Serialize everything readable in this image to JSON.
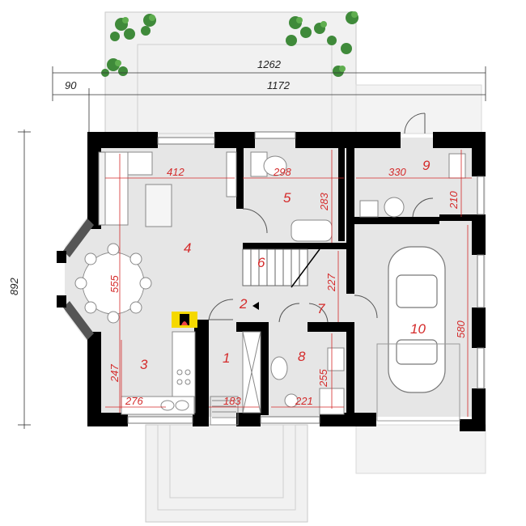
{
  "dimensions": {
    "outer_total": "1262",
    "inner_total": "1172",
    "left_offset": "90",
    "overall_height": "892",
    "living_width": "412",
    "room5_width": "298",
    "room5_height": "283",
    "room9_width": "330",
    "room9_height": "210",
    "dining_diameter": "555",
    "stair_height": "227",
    "kitchen_height": "247",
    "kitchen_width": "276",
    "hall_width": "183",
    "bath_width": "221",
    "bath_height": "255",
    "garage_height": "580"
  },
  "rooms": {
    "r1": "1",
    "r2": "2",
    "r3": "3",
    "r4": "4",
    "r5": "5",
    "r6": "6",
    "r7": "7",
    "r8": "8",
    "r9": "9",
    "r10": "10"
  },
  "colors": {
    "wall": "#000000",
    "floor": "#e6e6e6",
    "dimension": "#d42a2a",
    "fireplace": "#f5d800"
  }
}
